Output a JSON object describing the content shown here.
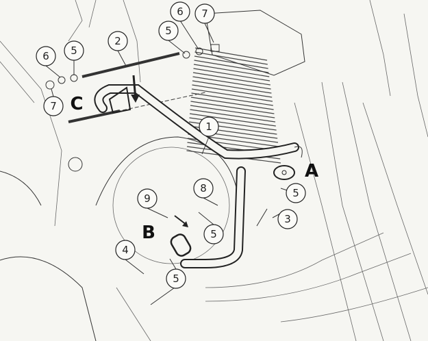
{
  "callouts": [
    {
      "id": "6",
      "name": "callout-6-top"
    },
    {
      "id": "7",
      "name": "callout-7-top"
    },
    {
      "id": "5",
      "name": "callout-5-top-right"
    },
    {
      "id": "2",
      "name": "callout-2-rod"
    },
    {
      "id": "5",
      "name": "callout-5-top-left"
    },
    {
      "id": "6",
      "name": "callout-6-left"
    },
    {
      "id": "7",
      "name": "callout-7-left"
    },
    {
      "id": "1",
      "name": "callout-1-guard"
    },
    {
      "id": "8",
      "name": "callout-8"
    },
    {
      "id": "9",
      "name": "callout-9"
    },
    {
      "id": "5",
      "name": "callout-5-right"
    },
    {
      "id": "3",
      "name": "callout-3-bolt"
    },
    {
      "id": "5",
      "name": "callout-5-middle"
    },
    {
      "id": "4",
      "name": "callout-4-bolt"
    },
    {
      "id": "5",
      "name": "callout-5-bottom"
    }
  ],
  "mount_points": {
    "a": "A",
    "b": "B",
    "c": "C"
  }
}
